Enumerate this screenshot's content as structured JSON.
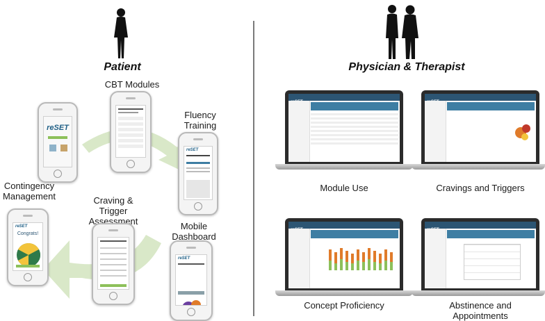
{
  "sections": {
    "patient": "Patient",
    "physician": "Physician & Therapist"
  },
  "modules": {
    "cbt": "CBT Modules",
    "fluency": "Fluency Training",
    "contingency": "Contingency Management",
    "craving": "Craving & Trigger Assessment",
    "mobile": "Mobile Dashboard"
  },
  "dashboards": {
    "module_use": "Module Use",
    "cravings": "Cravings and Triggers",
    "concept": "Concept Proficiency",
    "abstinence": "Abstinence and Appointments"
  },
  "app": {
    "logo": "reSET",
    "congrats": "Congrats!"
  },
  "colors": {
    "accent_green": "#8dc05a",
    "brand_blue": "#2c5573",
    "cycle_arrow": "#d9e8c8"
  }
}
